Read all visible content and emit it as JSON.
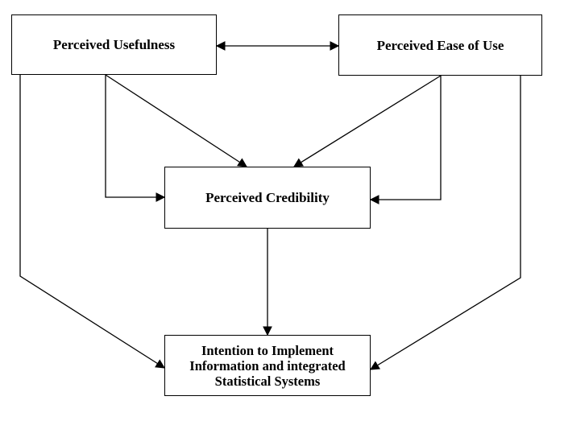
{
  "diagram": {
    "nodes": {
      "perceived_usefulness": "Perceived Usefulness",
      "perceived_ease_of_use": "Perceived Ease of Use",
      "perceived_credibility": "Perceived Credibility",
      "intention": "Intention to Implement\nInformation and integrated\nStatistical Systems"
    },
    "edges": [
      {
        "from": "perceived_usefulness",
        "to": "perceived_ease_of_use",
        "bidirectional": true
      },
      {
        "from": "perceived_usefulness",
        "to": "perceived_credibility"
      },
      {
        "from": "perceived_usefulness",
        "to": "perceived_credibility"
      },
      {
        "from": "perceived_ease_of_use",
        "to": "perceived_credibility"
      },
      {
        "from": "perceived_ease_of_use",
        "to": "perceived_credibility"
      },
      {
        "from": "perceived_credibility",
        "to": "intention"
      },
      {
        "from": "perceived_usefulness",
        "to": "intention"
      },
      {
        "from": "perceived_ease_of_use",
        "to": "intention"
      }
    ],
    "line_color": "#000000"
  }
}
